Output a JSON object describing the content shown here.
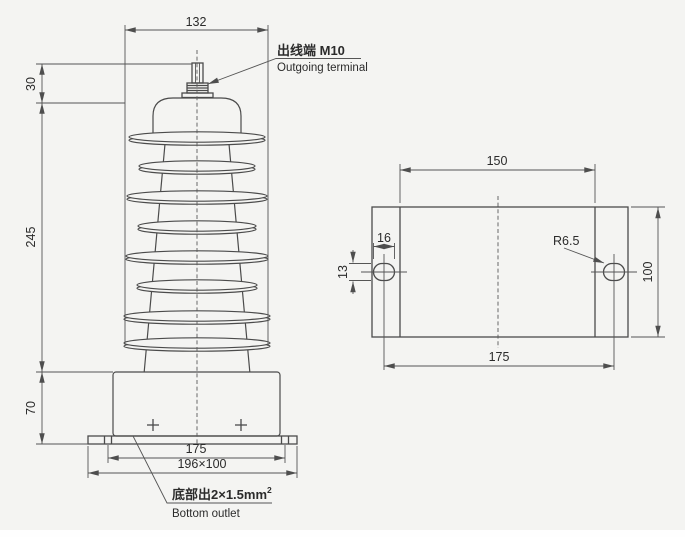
{
  "front_view": {
    "callouts": {
      "outgoing_terminal_zh": "出线端 M10",
      "outgoing_terminal_en": "Outgoing terminal",
      "bottom_outlet_zh": "底部出2×1.5mm",
      "bottom_outlet_sup": "2",
      "bottom_outlet_en": "Bottom outlet"
    },
    "dimensions": {
      "shed_diameter": "132",
      "terminal_height": "30",
      "housing_height": "245",
      "base_height": "70",
      "slot_spacing": "175",
      "flange_size": "196×100"
    }
  },
  "base_plan_view": {
    "dimensions": {
      "body_width": "150",
      "slot_length": "16",
      "slot_height": "13",
      "slot_radius": "R6.5",
      "plate_depth": "100",
      "slot_spacing": "175"
    }
  },
  "style": {
    "background": "#f4f4f2",
    "line_color": "#4b4b4b",
    "dimension_color": "#555555",
    "text_color": "#2b2b2b"
  }
}
